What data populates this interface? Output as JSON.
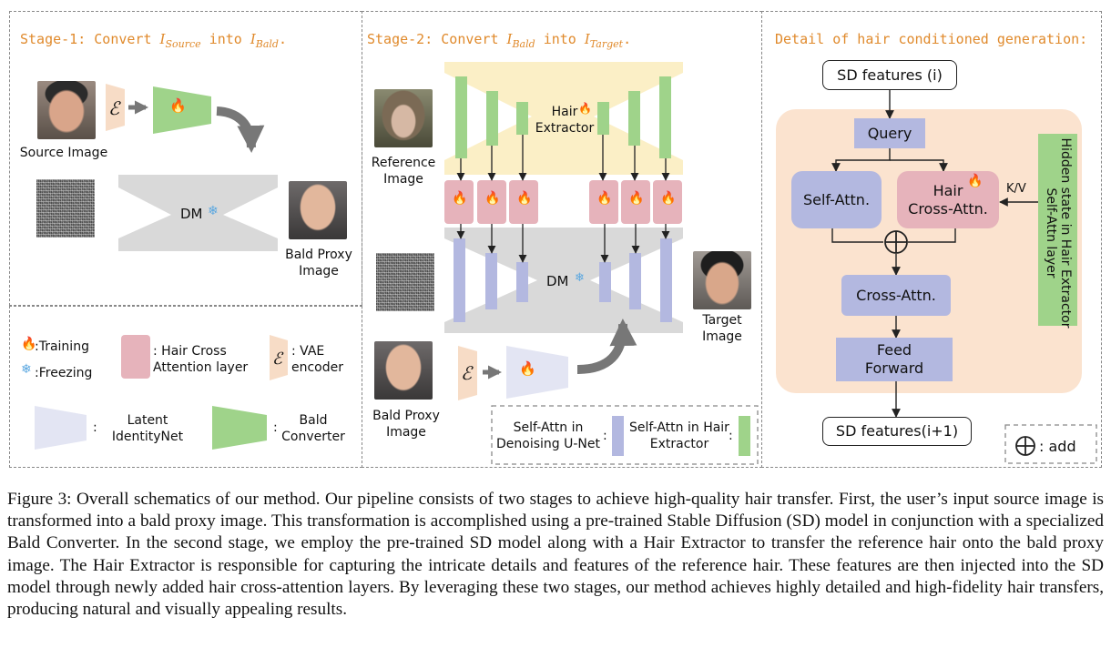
{
  "stage1": {
    "title_prefix": "Stage-1: Convert ",
    "title_from": "I",
    "title_from_sub": "Source",
    "title_mid": " into ",
    "title_to": "I",
    "title_to_sub": "Bald",
    "title_suffix": ".",
    "source_label": "Source Image",
    "encoder_symbol": "ℰ",
    "dm_label": "DM",
    "bald_proxy_label": "Bald Proxy Image"
  },
  "stage2": {
    "title_prefix": "Stage-2: Convert ",
    "title_from": "I",
    "title_from_sub": "Bald",
    "title_mid": " into ",
    "title_to": "I",
    "title_to_sub": "Target",
    "title_suffix": ".",
    "reference_label": "Reference Image",
    "hair_extractor_label": "Hair Extractor",
    "dm_label": "DM",
    "target_label": "Target Image",
    "bald_proxy_label": "Bald Proxy Image",
    "encoder_symbol": "ℰ"
  },
  "legend": {
    "training": ":Training",
    "freezing": ":Freezing",
    "hair_cross": ": Hair Cross Attention layer",
    "vae": ": VAE encoder",
    "vae_symbol": "ℰ",
    "latent": "Latent IdentityNet",
    "bald_conv": "Bald Converter",
    "colon": ":",
    "self_attn_unet": "Self-Attn in Denoising U-Net",
    "self_attn_hair": "Self-Attn in Hair Extractor"
  },
  "detail": {
    "title": "Detail of hair conditioned generation:",
    "sd_in": "SD features (i)",
    "query": "Query",
    "self_attn": "Self-Attn.",
    "hair_cross_l1": "Hair",
    "hair_cross_l2": "Cross-Attn.",
    "kv": "K/V",
    "hidden_state": "Hidden state in Hair Extractor Self-Attn layer",
    "cross_attn": "Cross-Attn.",
    "ff_l1": "Feed",
    "ff_l2": "Forward",
    "sd_out": "SD features(i+1)",
    "add_legend": ": add"
  },
  "colors": {
    "title_orange": "#e08a2c",
    "converter_green": "#9fd38a",
    "hair_cross_pink": "#e6b3bb",
    "selfattn_blue": "#b3b8e0",
    "extractor_yellow": "#fbefc6",
    "dm_gray": "#d9d9d9",
    "detail_bg": "#fbe3cf",
    "vae_peach": "#f7dcc6"
  },
  "caption": "Figure 3: Overall schematics of our method. Our pipeline consists of two stages to achieve high-quality hair transfer. First, the user’s input source image is transformed into a bald proxy image. This transformation is accomplished using a pre-trained Stable Diffusion (SD) model in conjunction with a specialized Bald Converter. In the second stage, we employ the pre-trained SD model along with a Hair Extractor to transfer the reference hair onto the bald proxy image. The Hair Extractor is responsible for capturing the intricate details and features of the reference hair. These features are then injected into the SD model through newly added hair cross-attention layers. By leveraging these two stages, our method achieves highly detailed and high-fidelity hair transfers, producing natural and visually appealing results."
}
